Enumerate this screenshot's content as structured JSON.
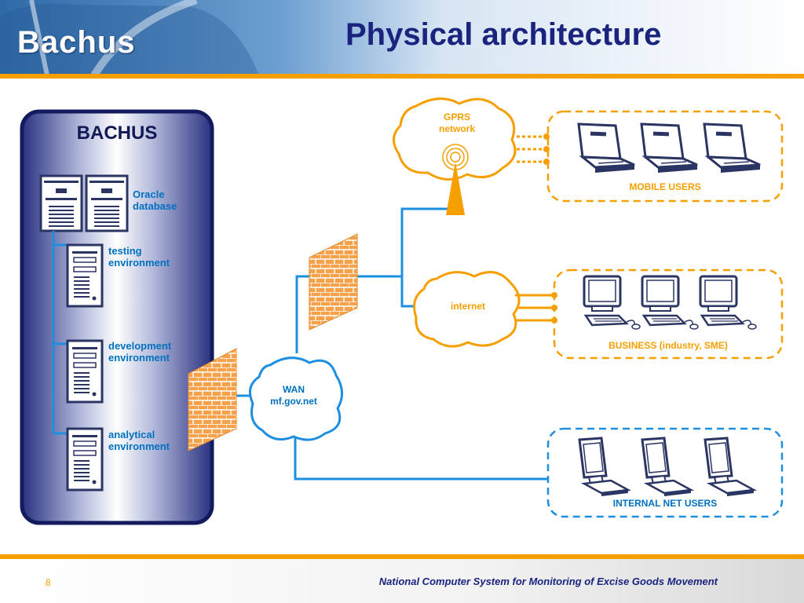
{
  "header": {
    "logo_text": "Bachus",
    "title": "Physical architecture"
  },
  "bachus_panel": {
    "title": "BACHUS",
    "oracle_label": "Oracle\ndatabase",
    "testing_label": "testing\nenvironment",
    "development_label": "development\nenvironment",
    "analytical_label": "analytical\nenvironment"
  },
  "networks": {
    "gprs": "GPRS\nnetwork",
    "internet": "internet",
    "wan": "WAN\nmf.gov.net"
  },
  "user_groups": {
    "mobile": "MOBILE USERS",
    "business": "BUSINESS (industry, SME)",
    "internal": "INTERNAL NET USERS"
  },
  "footer": {
    "page_number": "8",
    "text": "National Computer System for Monitoring of Excise Goods Movement"
  },
  "colors": {
    "accent_orange": "#f5a000",
    "link_blue": "#1e8fe0",
    "label_blue": "#0070c0",
    "navy": "#1a237e",
    "panel_border": "#141a5e"
  },
  "icons": [
    "server-icon",
    "laptop-icon",
    "desktop-pc-icon",
    "monitor-icon",
    "firewall-icon",
    "cloud-icon",
    "antenna-icon"
  ]
}
